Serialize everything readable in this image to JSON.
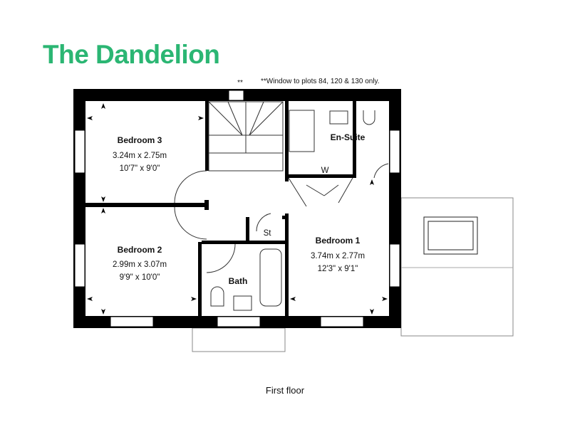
{
  "title": "The Dandelion",
  "brand_color": "#2bb673",
  "note_marker": "**",
  "note": "**Window to plots 84, 120 & 130 only.",
  "floor_label": "First floor",
  "rooms": [
    {
      "name": "Bedroom 3",
      "metric": "3.24m x 2.75m",
      "imperial": "10'7\" x 9'0\""
    },
    {
      "name": "Bedroom 2",
      "metric": "2.99m x 3.07m",
      "imperial": "9'9\" x 10'0\""
    },
    {
      "name": "Bedroom 1",
      "metric": "3.74m x 2.77m",
      "imperial": "12'3\" x 9'1\""
    },
    {
      "name": "En-Suite"
    },
    {
      "name": "Bath"
    },
    {
      "name": "St"
    },
    {
      "name": "W"
    }
  ]
}
